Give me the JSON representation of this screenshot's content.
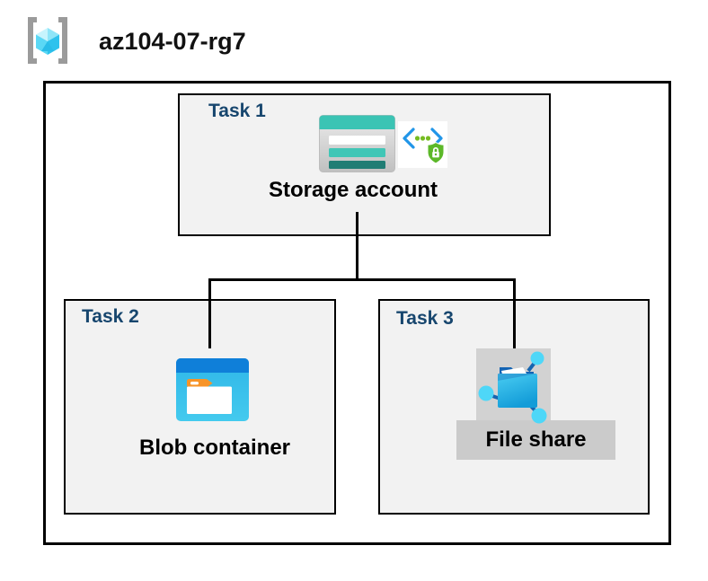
{
  "header": {
    "resource_group": "az104-07-rg7"
  },
  "tasks": {
    "task1": {
      "label": "Task 1",
      "caption": "Storage account"
    },
    "task2": {
      "label": "Task 2",
      "caption": "Blob container"
    },
    "task3": {
      "label": "Task 3",
      "caption": "File share"
    }
  },
  "icons": {
    "header": "resource-group-icon",
    "task1": [
      "storage-account-icon",
      "api-security-lock-icon"
    ],
    "task2": [
      "blob-container-icon"
    ],
    "task3": [
      "file-share-icon"
    ]
  },
  "colors": {
    "task_label_blue": "#17466E",
    "box_background": "#F2F2F2",
    "border_black": "#000000",
    "storage_teal": "#3BC4B4",
    "storage_teal_dark": "#207D74",
    "blob_bar_blue": "#0F7FD9",
    "blob_body_blue": "#38BFEA",
    "folder_tab_orange": "#F79428",
    "api_bracket_blue": "#2196E8",
    "shield_green": "#5CB829",
    "file_share_cyan": "#4ED7F8",
    "file_share_folder_blue": "#1464B4",
    "selection_gray_icon": "#D2D2D2",
    "selection_gray_caption": "#CBCBCB"
  }
}
